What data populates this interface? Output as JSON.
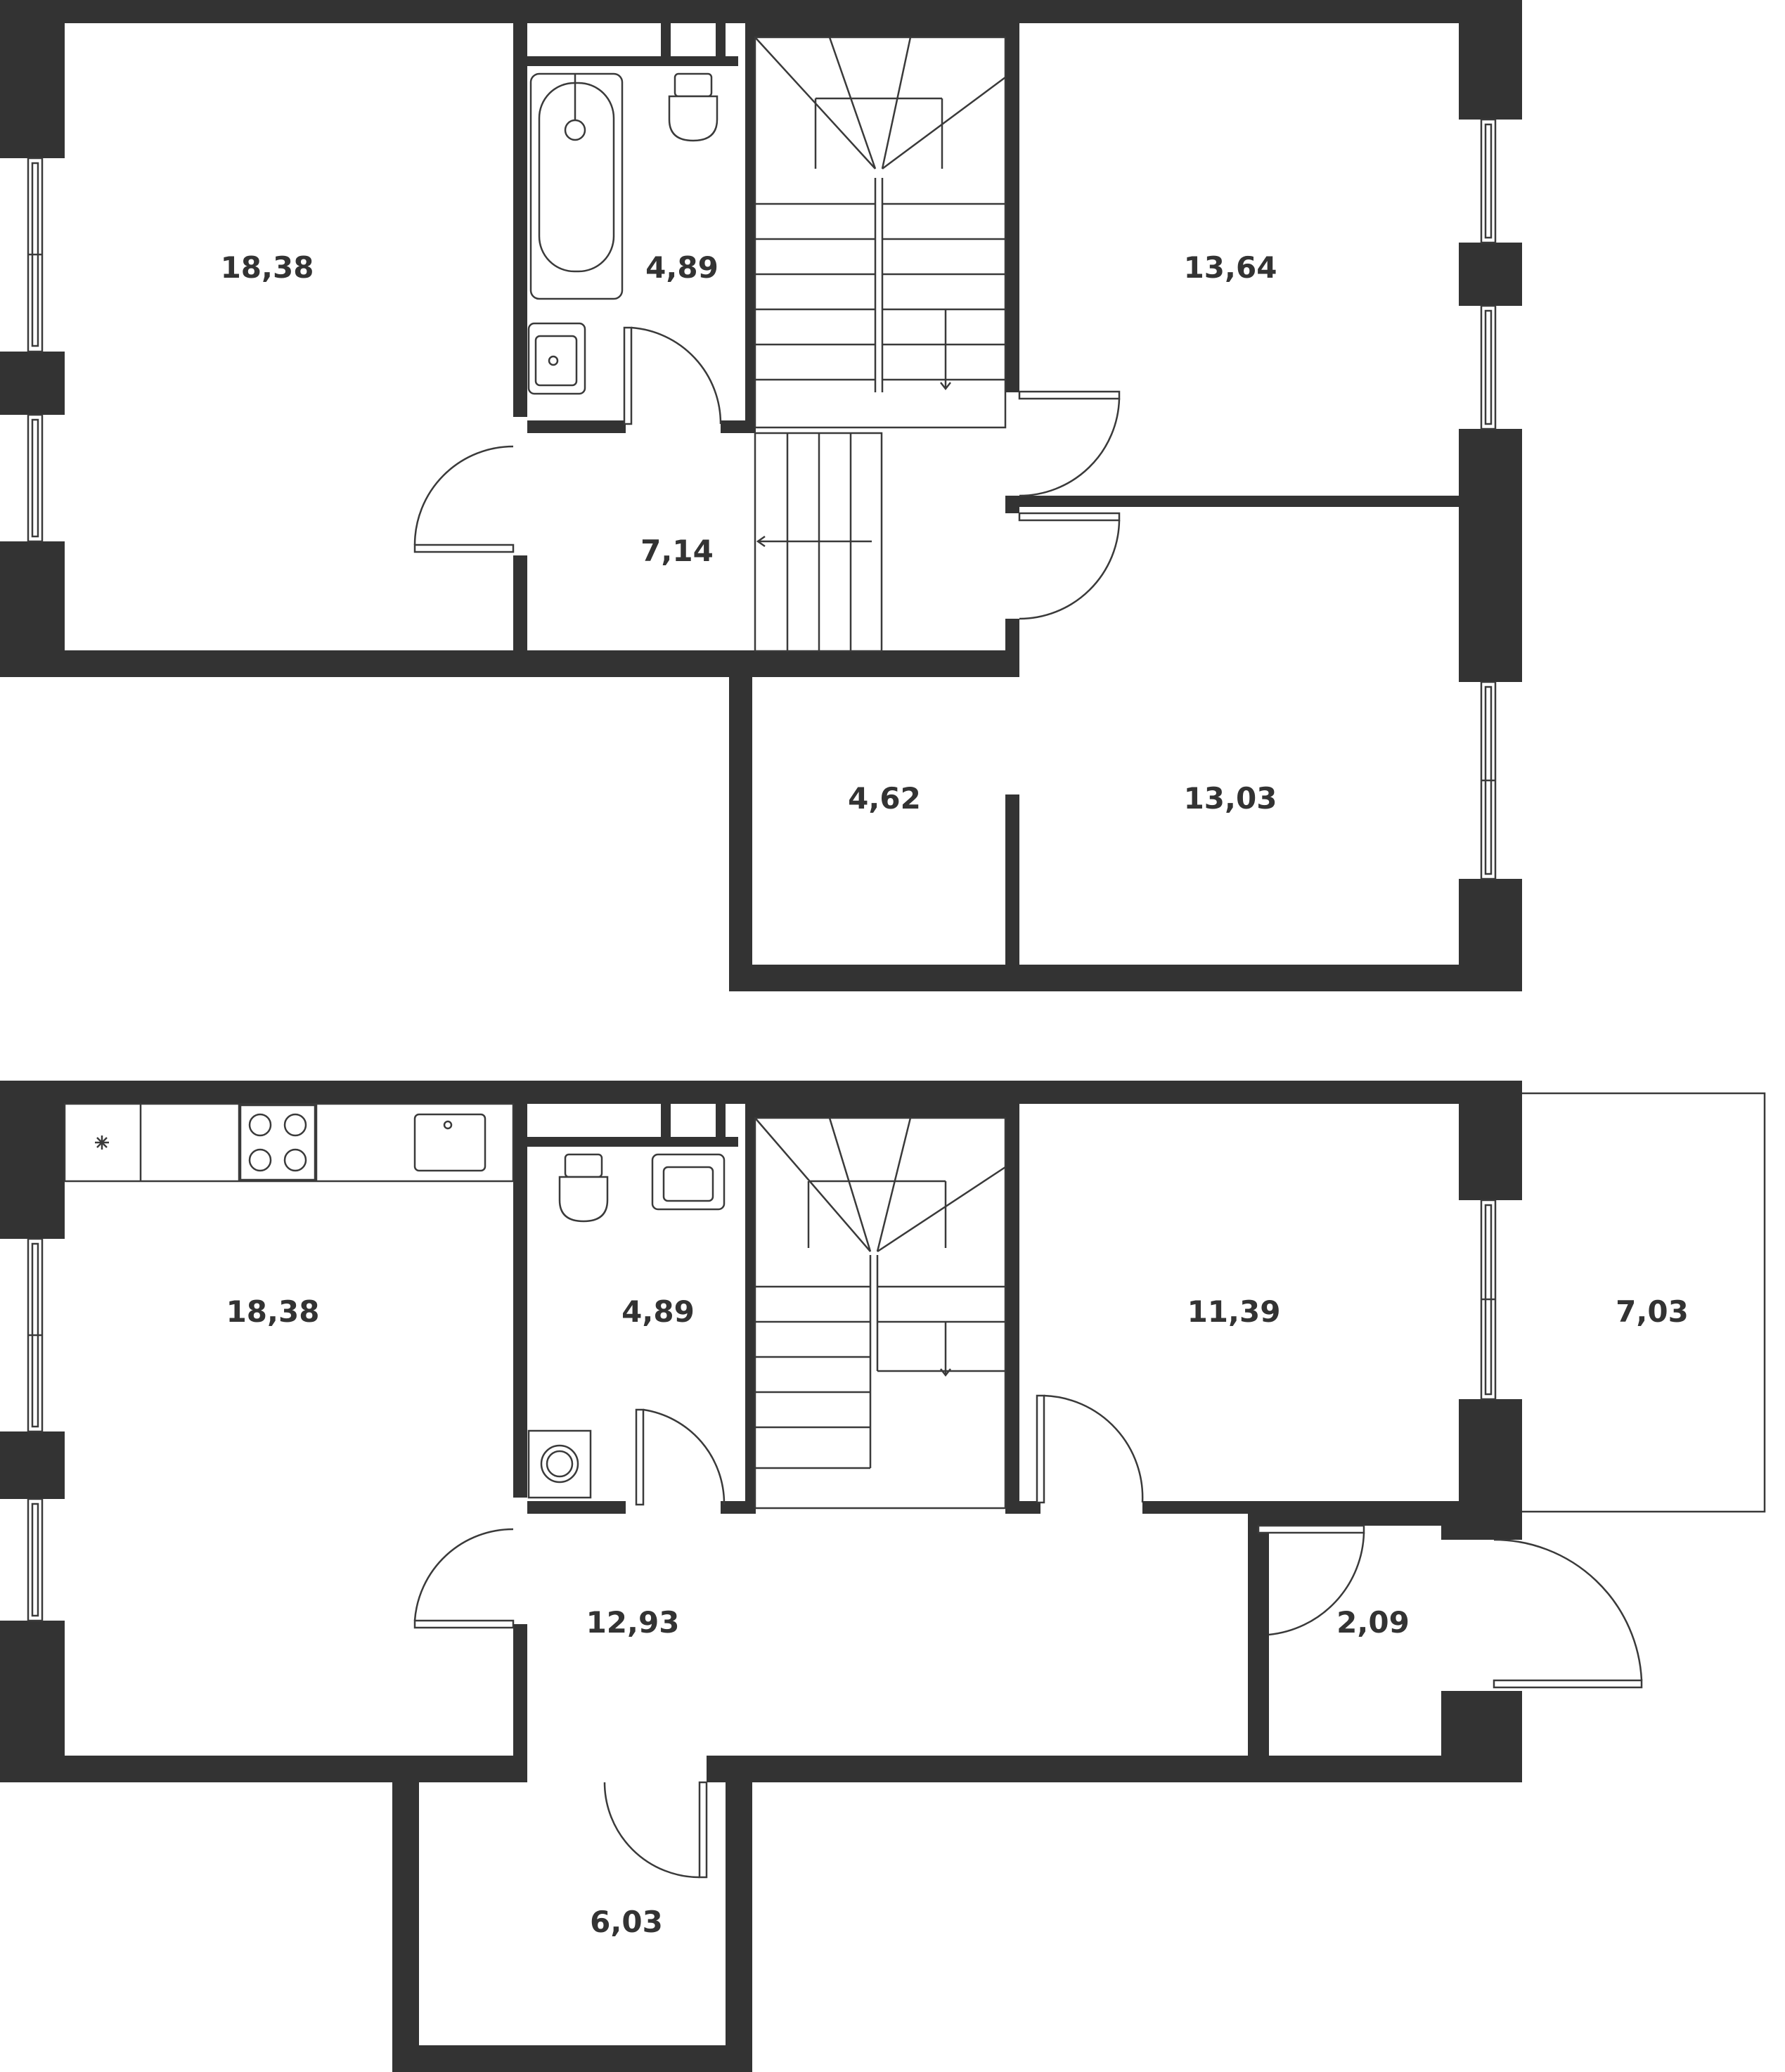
{
  "floors": [
    {
      "rooms": [
        {
          "id": "upper-room-left",
          "area": "18,38"
        },
        {
          "id": "upper-bathroom",
          "area": "4,89"
        },
        {
          "id": "upper-room-top-right",
          "area": "13,64"
        },
        {
          "id": "upper-hall",
          "area": "7,14"
        },
        {
          "id": "upper-closet",
          "area": "4,62"
        },
        {
          "id": "upper-room-bottom-right",
          "area": "13,03"
        }
      ]
    },
    {
      "rooms": [
        {
          "id": "lower-kitchen-living",
          "area": "18,38"
        },
        {
          "id": "lower-wc",
          "area": "4,89"
        },
        {
          "id": "lower-room-right",
          "area": "11,39"
        },
        {
          "id": "lower-terrace",
          "area": "7,03"
        },
        {
          "id": "lower-hall",
          "area": "12,93"
        },
        {
          "id": "lower-vestibule",
          "area": "2,09"
        },
        {
          "id": "lower-storage",
          "area": "6,03"
        }
      ]
    }
  ],
  "icons": [
    "bathtub-icon",
    "toilet-icon",
    "sink-icon",
    "stair-icon",
    "door-swing-icon",
    "window-icon",
    "stove-icon",
    "washing-machine-icon",
    "ventilation-icon"
  ]
}
